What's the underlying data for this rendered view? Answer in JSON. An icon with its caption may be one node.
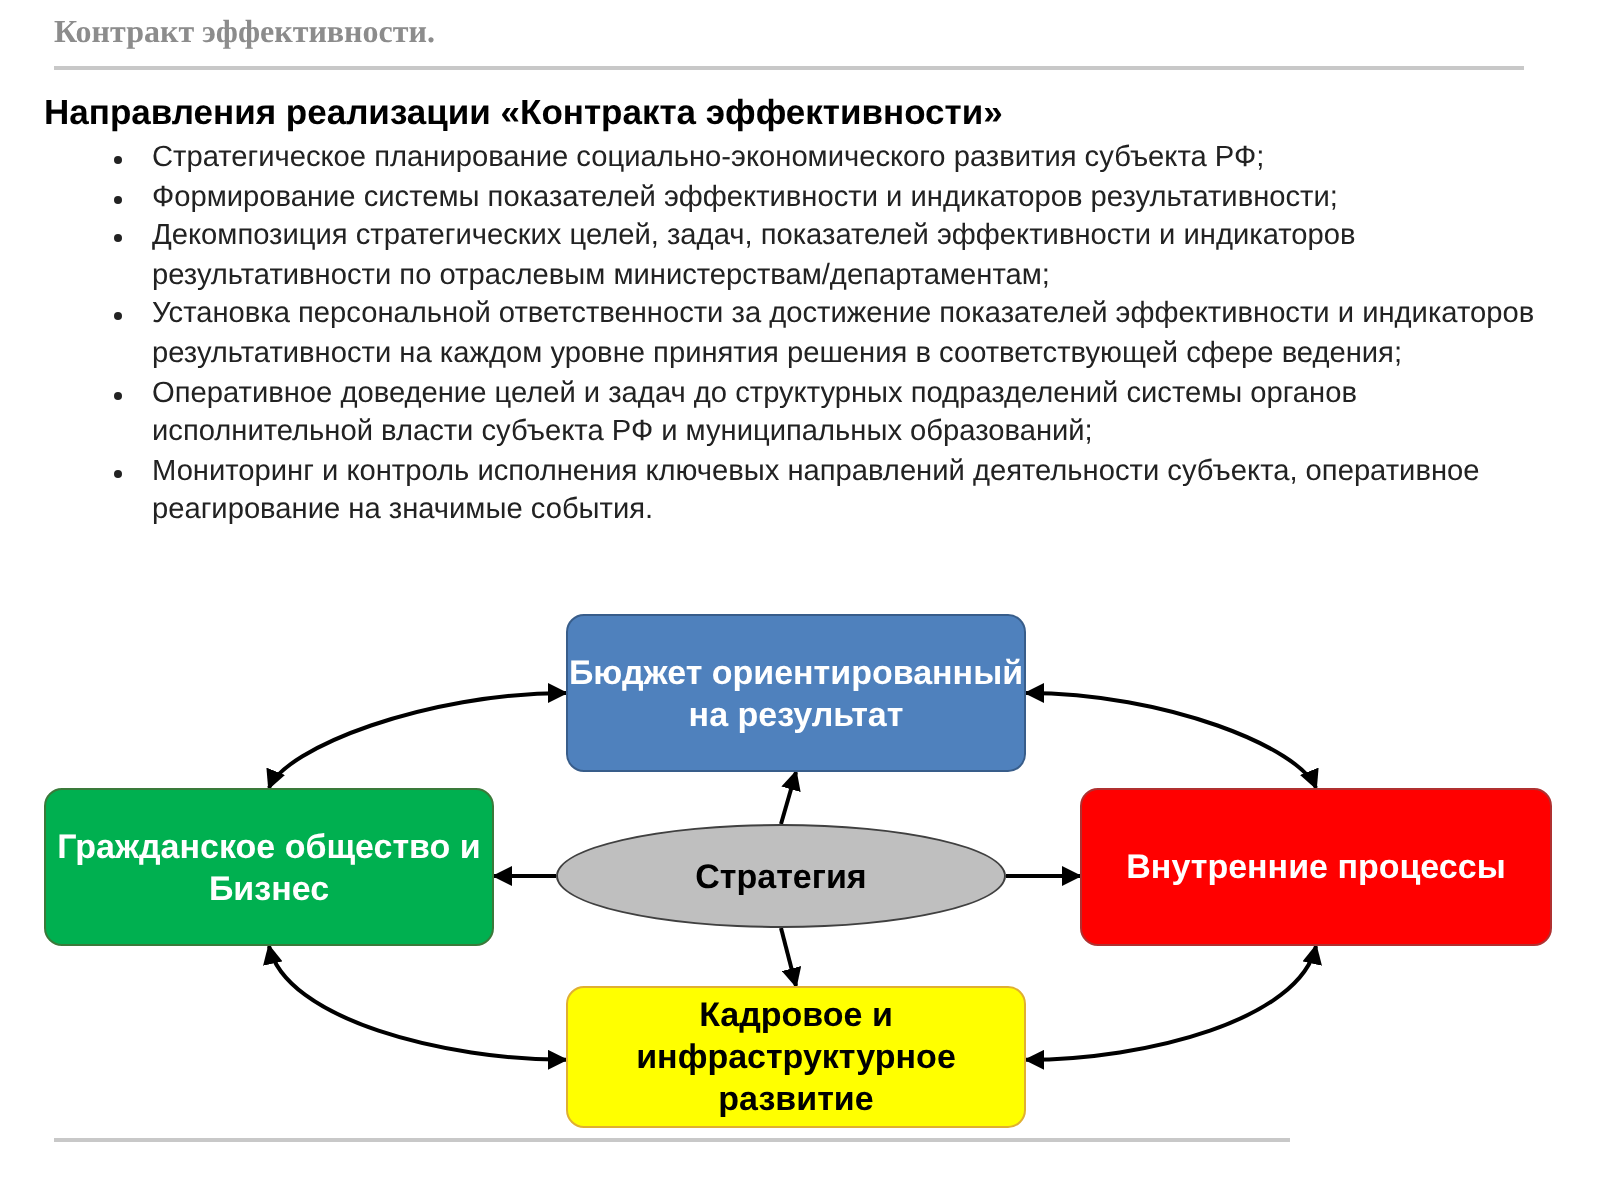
{
  "diagram": {
    "title": "Контракт эффективности.",
    "nodes": [
      {
        "text": [
          "Бюджет ориентированный на результат"
        ]
      },
      {
        "text": [
          "Гражданское общество и Бизнес"
        ]
      },
      {
        "text": [
          "Стратегия"
        ]
      },
      {
        "text": [
          "Внутренние процессы"
        ]
      },
      {
        "text": [
          "Кадровое и инфраструктурное развитие"
        ]
      }
    ],
    "edges": [
      {
        "from": 2,
        "to": 0,
        "arrow": "to"
      },
      {
        "from": 2,
        "to": 1,
        "arrow": "to"
      },
      {
        "from": 2,
        "to": 3,
        "arrow": "to"
      },
      {
        "from": 2,
        "to": 4,
        "arrow": "to"
      },
      {
        "from": 0,
        "to": 1,
        "arrow": "both"
      },
      {
        "from": 0,
        "to": 3,
        "arrow": "both"
      },
      {
        "from": 1,
        "to": 4,
        "arrow": "both"
      },
      {
        "from": 3,
        "to": 4,
        "arrow": "both"
      }
    ],
    "labels": [
      "Направления реализации «Контракта эффективности»",
      "Стратегическое планирование социально-экономического развития субъекта РФ;",
      "Формирование системы показателей эффективности и индикаторов результативности;",
      "Декомпозиция стратегических целей, задач, показателей эффективности и индикаторов результативности по отраслевым министерствам/департаментам;",
      "Установка персональной ответственности за достижение показателей эффективности и индикаторов результативности на каждом уровне принятия решения в соответствующей сфере ведения;",
      "Оперативное доведение целей и задач до структурных подразделений системы органов исполнительной власти субъекта РФ и муниципальных образований;",
      "Мониторинг и контроль исполнения ключевых направлений деятельности субъекта, оперативное реагирование на значимые события."
    ]
  }
}
